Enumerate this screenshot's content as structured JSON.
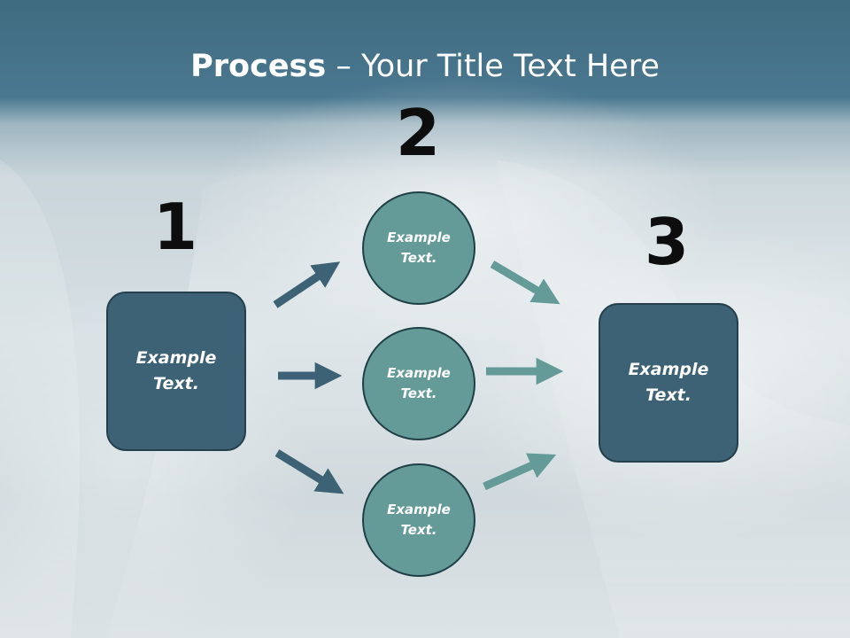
{
  "title": {
    "bold": "Process",
    "rest": " – Your Title Text Here"
  },
  "steps": [
    {
      "number": "1",
      "box_text": "Example Text."
    },
    {
      "number": "2",
      "circles": [
        "Example Text.",
        "Example Text.",
        "Example Text."
      ]
    },
    {
      "number": "3",
      "box_text": "Example Text."
    }
  ],
  "colors": {
    "box_fill": "#3e6275",
    "circle_fill": "#649a98",
    "arrow_left": "#3e6275",
    "arrow_right": "#649a98"
  }
}
